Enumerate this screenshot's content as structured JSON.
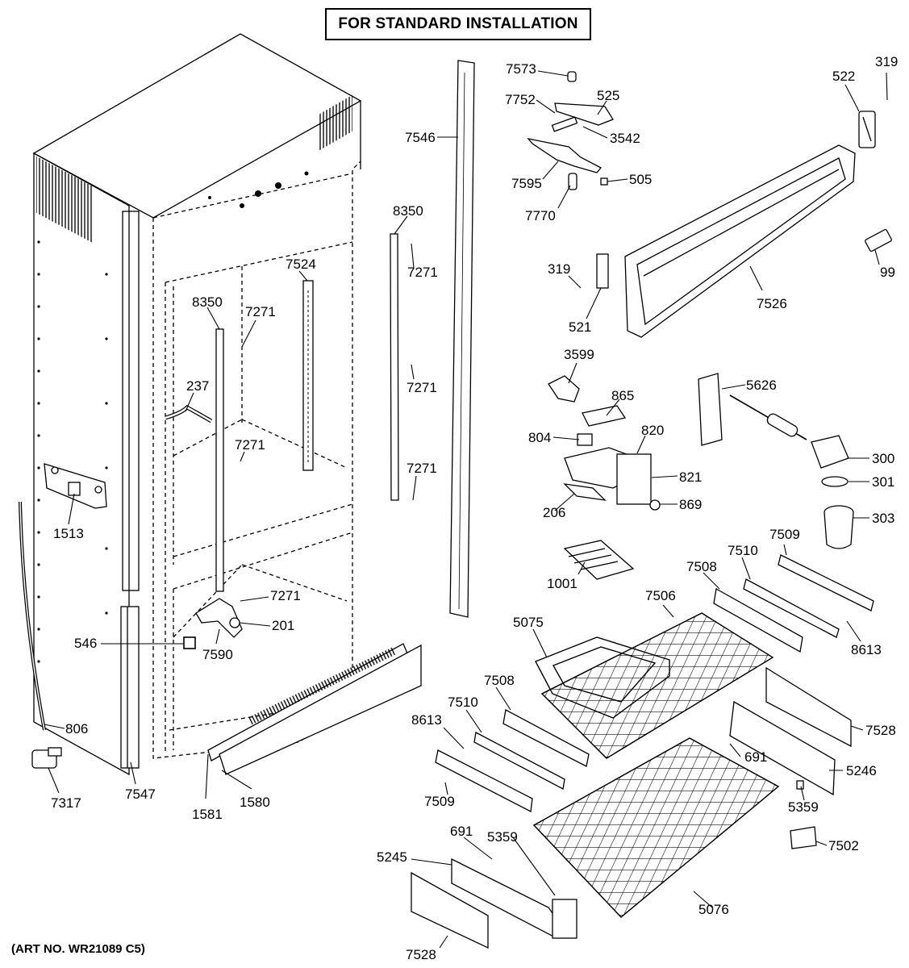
{
  "title": "FOR STANDARD INSTALLATION",
  "art_number": "(ART NO. WR21089 C5)",
  "callouts": [
    {
      "id": "c7573",
      "label": "7573"
    },
    {
      "id": "c7752",
      "label": "7752"
    },
    {
      "id": "c525",
      "label": "525"
    },
    {
      "id": "c3542",
      "label": "3542"
    },
    {
      "id": "c7595",
      "label": "7595"
    },
    {
      "id": "c505",
      "label": "505"
    },
    {
      "id": "c7770",
      "label": "7770"
    },
    {
      "id": "c7546",
      "label": "7546"
    },
    {
      "id": "c8350a",
      "label": "8350"
    },
    {
      "id": "c7271a",
      "label": "7271"
    },
    {
      "id": "c7524",
      "label": "7524"
    },
    {
      "id": "c8350b",
      "label": "8350"
    },
    {
      "id": "c7271b",
      "label": "7271"
    },
    {
      "id": "c7271c",
      "label": "7271"
    },
    {
      "id": "c237",
      "label": "237"
    },
    {
      "id": "c7271d",
      "label": "7271"
    },
    {
      "id": "c7271e",
      "label": "7271"
    },
    {
      "id": "c1513",
      "label": "1513"
    },
    {
      "id": "c7271f",
      "label": "7271"
    },
    {
      "id": "c201",
      "label": "201"
    },
    {
      "id": "c546",
      "label": "546"
    },
    {
      "id": "c7590",
      "label": "7590"
    },
    {
      "id": "c806",
      "label": "806"
    },
    {
      "id": "c7317",
      "label": "7317"
    },
    {
      "id": "c7547",
      "label": "7547"
    },
    {
      "id": "c1581",
      "label": "1581"
    },
    {
      "id": "c1580",
      "label": "1580"
    },
    {
      "id": "c319a",
      "label": "319"
    },
    {
      "id": "c522",
      "label": "522"
    },
    {
      "id": "c319b",
      "label": "319"
    },
    {
      "id": "c521",
      "label": "521"
    },
    {
      "id": "c7526",
      "label": "7526"
    },
    {
      "id": "c99",
      "label": "99"
    },
    {
      "id": "c3599",
      "label": "3599"
    },
    {
      "id": "c865",
      "label": "865"
    },
    {
      "id": "c5626",
      "label": "5626"
    },
    {
      "id": "c804",
      "label": "804"
    },
    {
      "id": "c820",
      "label": "820"
    },
    {
      "id": "c821",
      "label": "821"
    },
    {
      "id": "c300",
      "label": "300"
    },
    {
      "id": "c301",
      "label": "301"
    },
    {
      "id": "c206",
      "label": "206"
    },
    {
      "id": "c869",
      "label": "869"
    },
    {
      "id": "c303",
      "label": "303"
    },
    {
      "id": "c1001",
      "label": "1001"
    },
    {
      "id": "c7509a",
      "label": "7509"
    },
    {
      "id": "c7510a",
      "label": "7510"
    },
    {
      "id": "c7508a",
      "label": "7508"
    },
    {
      "id": "c7506",
      "label": "7506"
    },
    {
      "id": "c5075",
      "label": "5075"
    },
    {
      "id": "c8613a",
      "label": "8613"
    },
    {
      "id": "c7508b",
      "label": "7508"
    },
    {
      "id": "c7510b",
      "label": "7510"
    },
    {
      "id": "c8613b",
      "label": "8613"
    },
    {
      "id": "c7528a",
      "label": "7528"
    },
    {
      "id": "c691a",
      "label": "691"
    },
    {
      "id": "c5246",
      "label": "5246"
    },
    {
      "id": "c7509b",
      "label": "7509"
    },
    {
      "id": "c5359a",
      "label": "5359"
    },
    {
      "id": "c691b",
      "label": "691"
    },
    {
      "id": "c5359b",
      "label": "5359"
    },
    {
      "id": "c5245",
      "label": "5245"
    },
    {
      "id": "c7502",
      "label": "7502"
    },
    {
      "id": "c5076",
      "label": "5076"
    },
    {
      "id": "c7528b",
      "label": "7528"
    }
  ]
}
